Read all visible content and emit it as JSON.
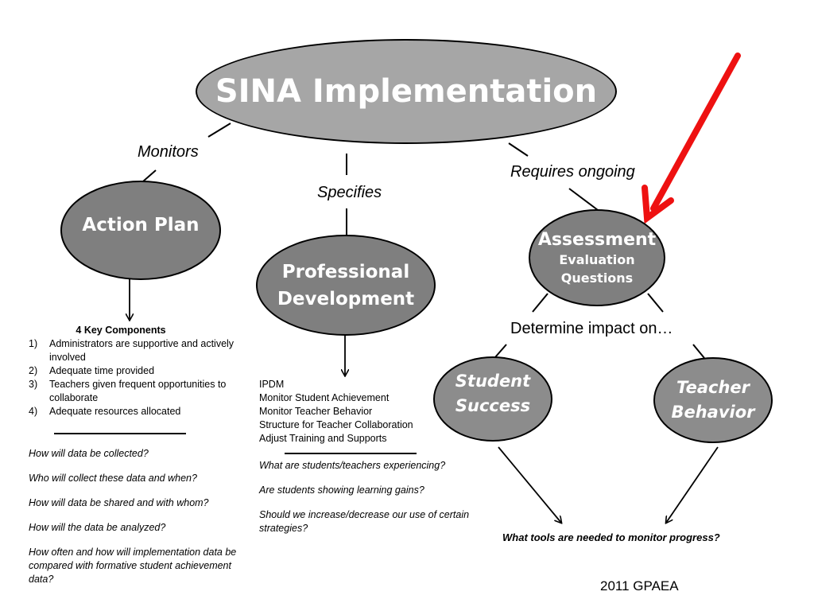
{
  "nodes": {
    "main": "SINA Implementation",
    "action_plan": "Action Plan",
    "professional_development": [
      "Professional",
      "Development"
    ],
    "assessment": {
      "title": "Assessment",
      "subtitle": [
        "Evaluation",
        "Questions"
      ]
    },
    "student_success": [
      "Student",
      "Success"
    ],
    "teacher_behavior": [
      "Teacher",
      "Behavior"
    ]
  },
  "edge_labels": {
    "monitors": "Monitors",
    "specifies": "Specifies",
    "requires_ongoing": "Requires ongoing",
    "determine_impact": "Determine impact on…"
  },
  "key_components": {
    "title": "4 Key Components",
    "items": [
      {
        "num": "1)",
        "text": "Administrators are supportive and actively involved"
      },
      {
        "num": "2)",
        "text": "Adequate time provided"
      },
      {
        "num": "3)",
        "text": "Teachers given frequent opportunities to collaborate"
      },
      {
        "num": "4)",
        "text": "Adequate resources allocated"
      }
    ]
  },
  "left_questions": [
    "How will data be collected?",
    "Who will collect these data and when?",
    "How will data be shared and with whom?",
    "How will the data be analyzed?",
    "How often and how will implementation data be compared with formative student achievement data?"
  ],
  "pd_items": [
    "IPDM",
    "Monitor Student  Achievement",
    "Monitor Teacher  Behavior",
    "Structure for Teacher Collaboration",
    "Adjust Training and Supports"
  ],
  "pd_questions": [
    "What are students/teachers experiencing?",
    "Are students showing learning gains?",
    "Should we increase/decrease our use of certain strategies?"
  ],
  "tools_question": "What tools are needed to monitor progress?",
  "footer": "2011 GPAEA",
  "colors": {
    "main_fill": "#a6a6a6",
    "dark_fill": "#7f7f7f",
    "mid_fill": "#8c8c8c",
    "arrow_red": "#ee1111"
  }
}
